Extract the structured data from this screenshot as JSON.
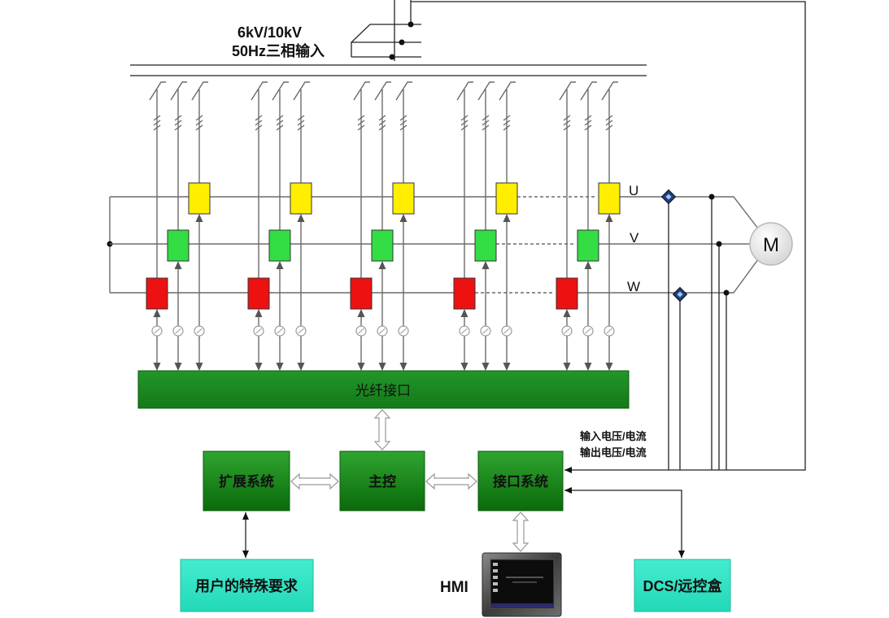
{
  "input": {
    "voltage": "6kV/10kV",
    "supply": "50Hz三相输入"
  },
  "phases": {
    "u": "U",
    "v": "V",
    "w": "W"
  },
  "motor": "M",
  "fiber_interface": "光纤接口",
  "feedback": {
    "input": "输入电压/电流",
    "output": "输出电压/电流"
  },
  "control": {
    "expansion": "扩展系统",
    "main": "主控",
    "interface": "接口系统"
  },
  "bottom": {
    "user": "用户的特殊要求",
    "hmi": "HMI",
    "dcs": "DCS/远控盒"
  },
  "colors": {
    "cell_u": "#ffee00",
    "cell_v": "#33dd44",
    "cell_w": "#ee1111",
    "control_green": "#1c8c1c",
    "bottom_cyan": "#33e6c6"
  }
}
